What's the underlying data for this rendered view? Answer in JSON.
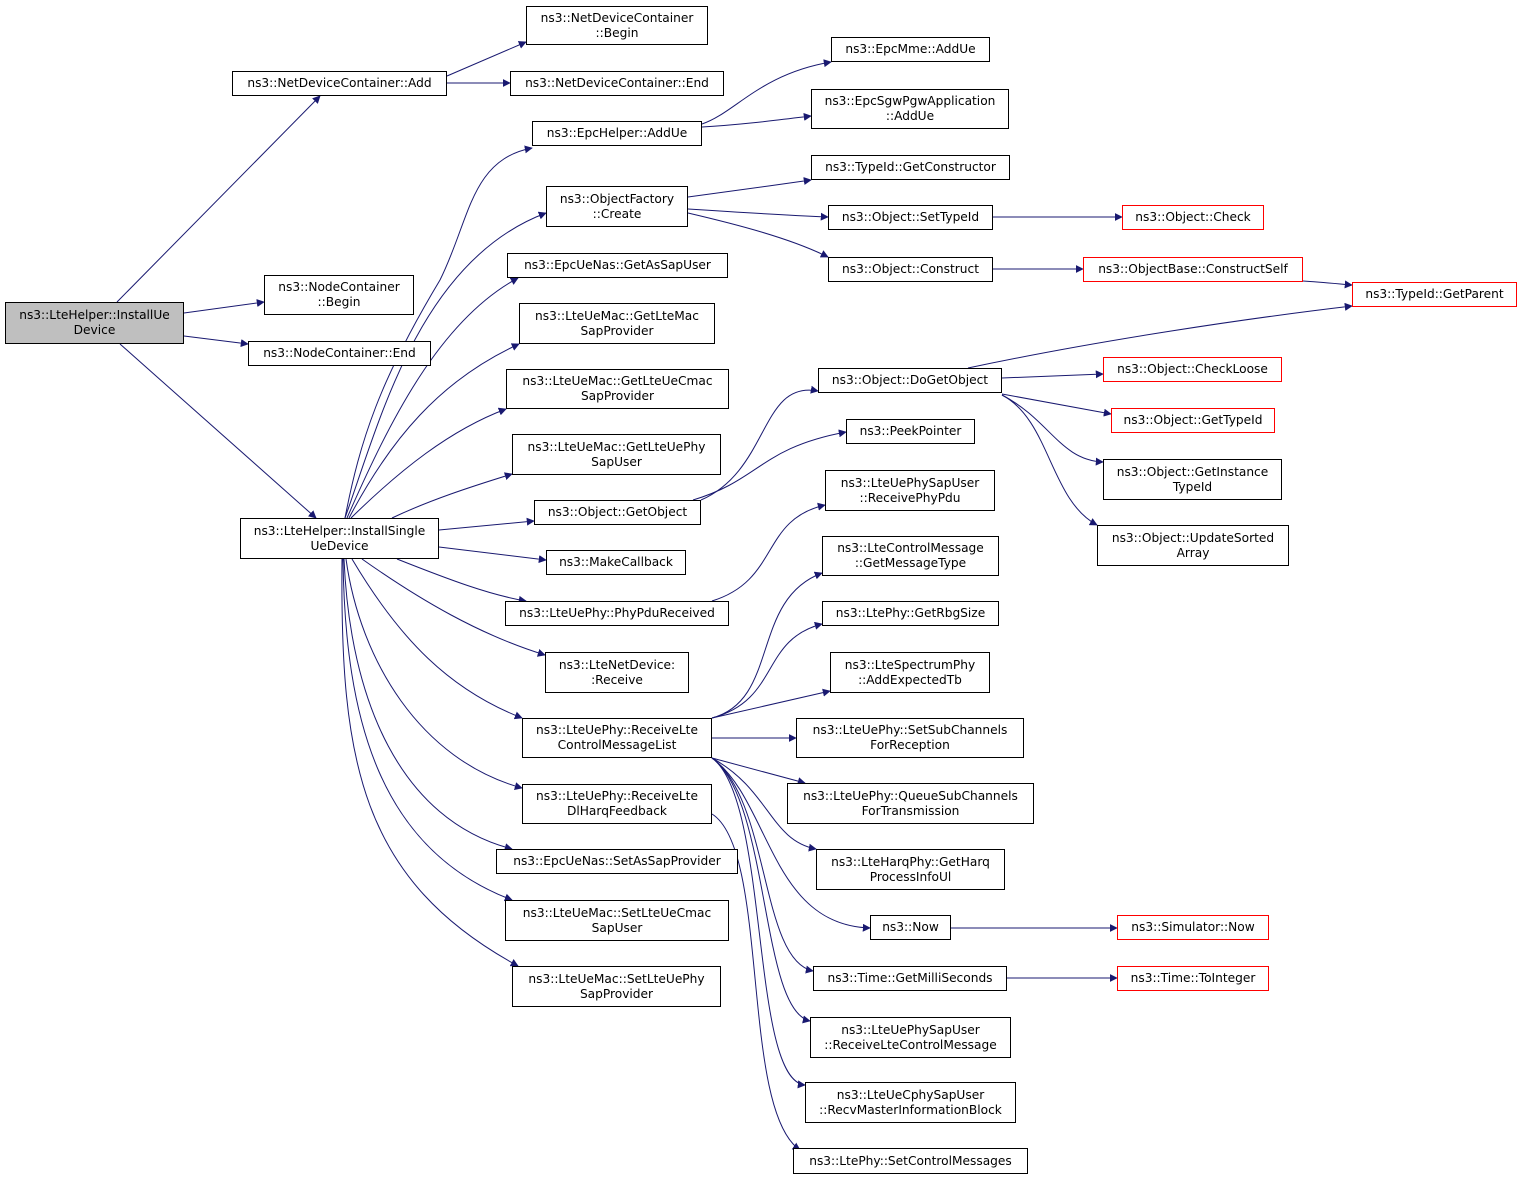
{
  "colors": {
    "edge": "#191970",
    "border": "#000000",
    "truncated_border": "#ff0000",
    "root_fill": "#bfbfbf",
    "background": "#ffffff"
  },
  "nodes": {
    "root": {
      "l1": "ns3::LteHelper::InstallUe",
      "l2": "Device"
    },
    "ndc_add": {
      "l1": "ns3::NetDeviceContainer::Add",
      "l2": ""
    },
    "ndc_begin": {
      "l1": "ns3::NetDeviceContainer",
      "l2": "::Begin"
    },
    "ndc_end": {
      "l1": "ns3::NetDeviceContainer::End",
      "l2": ""
    },
    "nc_begin": {
      "l1": "ns3::NodeContainer",
      "l2": "::Begin"
    },
    "nc_end": {
      "l1": "ns3::NodeContainer::End",
      "l2": ""
    },
    "install_single": {
      "l1": "ns3::LteHelper::InstallSingle",
      "l2": "UeDevice"
    },
    "epchelper_addue": {
      "l1": "ns3::EpcHelper::AddUe",
      "l2": ""
    },
    "epcmme_addue": {
      "l1": "ns3::EpcMme::AddUe",
      "l2": ""
    },
    "epcsgw_addue": {
      "l1": "ns3::EpcSgwPgwApplication",
      "l2": "::AddUe"
    },
    "objfactory_create": {
      "l1": "ns3::ObjectFactory",
      "l2": "::Create"
    },
    "typeid_getconstructor": {
      "l1": "ns3::TypeId::GetConstructor",
      "l2": ""
    },
    "object_settypeid": {
      "l1": "ns3::Object::SetTypeId",
      "l2": ""
    },
    "object_check": {
      "l1": "ns3::Object::Check",
      "l2": ""
    },
    "object_construct": {
      "l1": "ns3::Object::Construct",
      "l2": ""
    },
    "objectbase_constructself": {
      "l1": "ns3::ObjectBase::ConstructSelf",
      "l2": ""
    },
    "typeid_getparent": {
      "l1": "ns3::TypeId::GetParent",
      "l2": ""
    },
    "epcuenas_getassapuser": {
      "l1": "ns3::EpcUeNas::GetAsSapUser",
      "l2": ""
    },
    "ltemac_getltemac": {
      "l1": "ns3::LteUeMac::GetLteMac",
      "l2": "SapProvider"
    },
    "ltemac_getlteuecmac": {
      "l1": "ns3::LteUeMac::GetLteUeCmac",
      "l2": "SapProvider"
    },
    "ltemac_getlteuephy": {
      "l1": "ns3::LteUeMac::GetLteUePhy",
      "l2": "SapUser"
    },
    "object_dogetobject": {
      "l1": "ns3::Object::DoGetObject",
      "l2": ""
    },
    "object_checkloose": {
      "l1": "ns3::Object::CheckLoose",
      "l2": ""
    },
    "object_gettypeid": {
      "l1": "ns3::Object::GetTypeId",
      "l2": ""
    },
    "object_getinstancetypeid": {
      "l1": "ns3::Object::GetInstance",
      "l2": "TypeId"
    },
    "object_updatesorted": {
      "l1": "ns3::Object::UpdateSorted",
      "l2": "Array"
    },
    "peekpointer": {
      "l1": "ns3::PeekPointer",
      "l2": ""
    },
    "object_getobject": {
      "l1": "ns3::Object::GetObject",
      "l2": ""
    },
    "ltephysapuser_receivephypdu": {
      "l1": "ns3::LteUePhySapUser",
      "l2": "::ReceivePhyPdu"
    },
    "makecallback": {
      "l1": "ns3::MakeCallback",
      "l2": ""
    },
    "lteuephy_phypdureceived": {
      "l1": "ns3::LteUePhy::PhyPduReceived",
      "l2": ""
    },
    "ltecontrolmessage_getmessagetype": {
      "l1": "ns3::LteControlMessage",
      "l2": "::GetMessageType"
    },
    "ltephy_getrbgsize": {
      "l1": "ns3::LtePhy::GetRbgSize",
      "l2": ""
    },
    "ltenetdevice_receive": {
      "l1": "ns3::LteNetDevice:",
      "l2": ":Receive"
    },
    "ltespectrumphy_addexpectedtb": {
      "l1": "ns3::LteSpectrumPhy",
      "l2": "::AddExpectedTb"
    },
    "lteuephy_receiveltecml": {
      "l1": "ns3::LteUePhy::ReceiveLte",
      "l2": "ControlMessageList"
    },
    "lteuephy_setsubchannels": {
      "l1": "ns3::LteUePhy::SetSubChannels",
      "l2": "ForReception"
    },
    "lteuephy_queuesubchannels": {
      "l1": "ns3::LteUePhy::QueueSubChannels",
      "l2": "ForTransmission"
    },
    "lteuephy_receiveltedlharq": {
      "l1": "ns3::LteUePhy::ReceiveLte",
      "l2": "DlHarqFeedback"
    },
    "lteharqphy_getharq": {
      "l1": "ns3::LteHarqPhy::GetHarq",
      "l2": "ProcessInfoUl"
    },
    "epcuenas_setassapprovider": {
      "l1": "ns3::EpcUeNas::SetAsSapProvider",
      "l2": ""
    },
    "now": {
      "l1": "ns3::Now",
      "l2": ""
    },
    "simulator_now": {
      "l1": "ns3::Simulator::Now",
      "l2": ""
    },
    "ltemac_setlteuecmac": {
      "l1": "ns3::LteUeMac::SetLteUeCmac",
      "l2": "SapUser"
    },
    "time_getmilliseconds": {
      "l1": "ns3::Time::GetMilliSeconds",
      "l2": ""
    },
    "time_tointeger": {
      "l1": "ns3::Time::ToInteger",
      "l2": ""
    },
    "ltemac_setlteuephy": {
      "l1": "ns3::LteUeMac::SetLteUePhy",
      "l2": "SapProvider"
    },
    "ltephysapuser_receivecm": {
      "l1": "ns3::LteUePhySapUser",
      "l2": "::ReceiveLteControlMessage"
    },
    "lteuecphysapuser_recvmib": {
      "l1": "ns3::LteUeCphySapUser",
      "l2": "::RecvMasterInformationBlock"
    },
    "ltephy_setcontrolmessages": {
      "l1": "ns3::LtePhy::SetControlMessages",
      "l2": ""
    }
  }
}
